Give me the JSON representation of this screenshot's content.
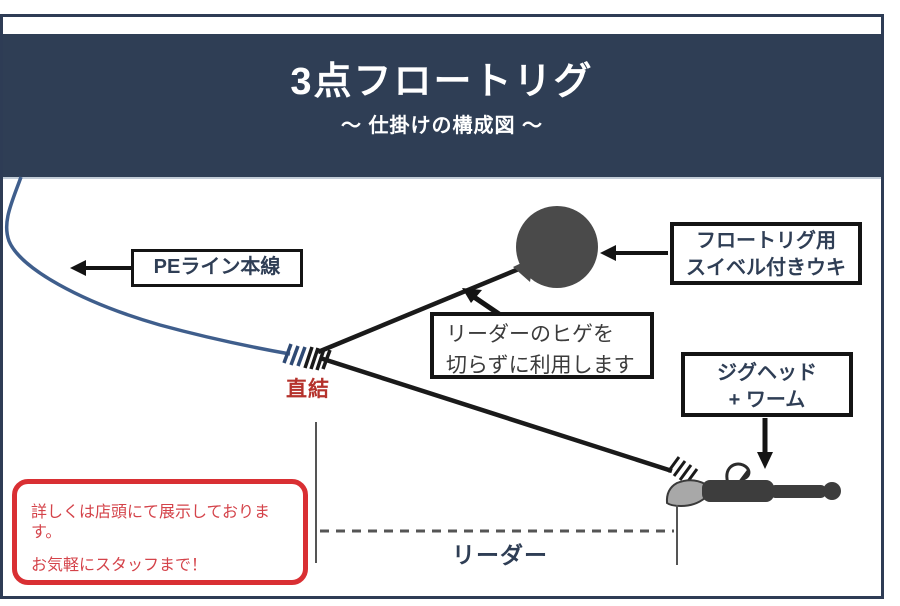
{
  "header": {
    "title": "3点フロートリグ",
    "subtitle": "～ 仕掛けの構成図 ～"
  },
  "labels": {
    "pe_line": "PEライン本線",
    "float_line1": "フロートリグ用",
    "float_line2": "スイベル付きウキ",
    "knot": "直結",
    "note_line1": "リーダーのヒゲを",
    "note_line2": "切らずに利用します",
    "jig_line1": "ジグヘッド",
    "jig_line2": "+ ワーム",
    "leader": "リーダー",
    "info_line1": "詳しくは店頭にて展示しております。",
    "info_line2": "お気軽にスタッフまで！"
  },
  "colors": {
    "navy": "#2f3e55",
    "frame_navy": "#2e3c55",
    "label_text_navy": "#2f3e55",
    "pe_line_blue": "#3f5e8c",
    "leader_black": "#1a1a1a",
    "float_gray": "#4a4a4a",
    "worm_gray": "#3d3d3d",
    "jighead_gray": "#a8a8a8",
    "knot_red": "#b5322c",
    "info_red": "#d92f33",
    "measure_gray": "#555555"
  }
}
